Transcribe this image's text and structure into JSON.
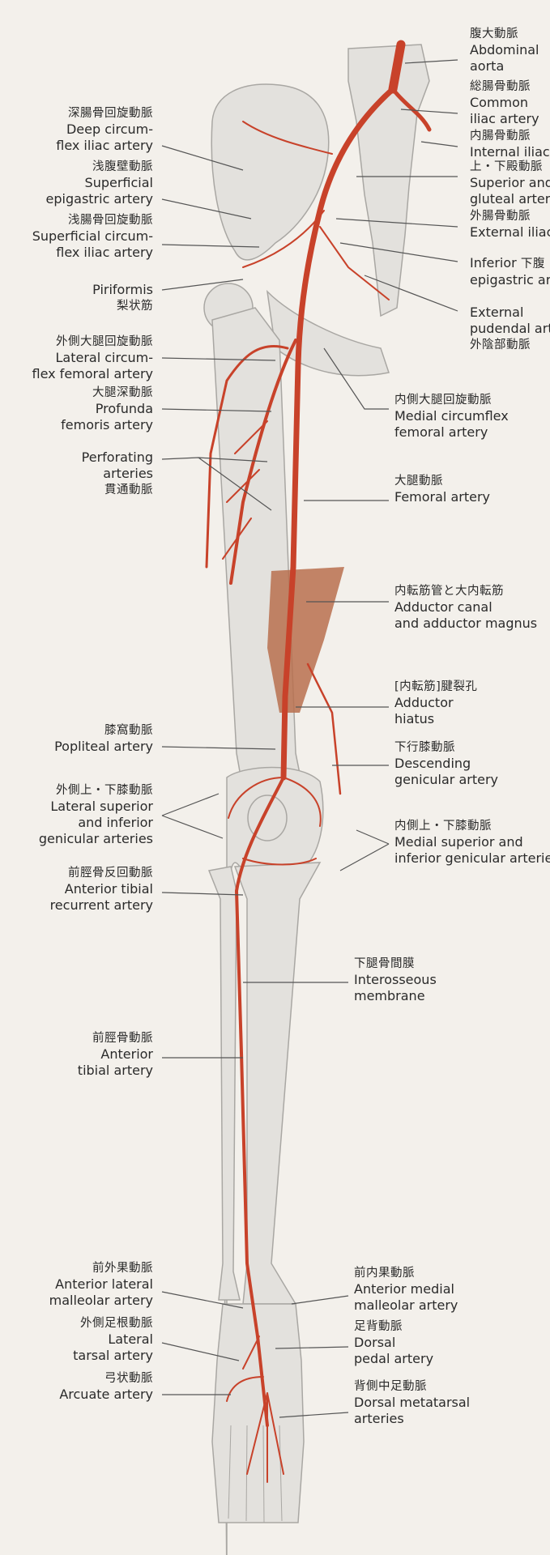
{
  "colors": {
    "background": "#f3f0eb",
    "bone": "#e3e1dd",
    "bone_outline": "#a9a7a3",
    "artery": "#c8422a",
    "muscle": "#b8704f",
    "leader": "#555555"
  },
  "left_labels": [
    {
      "ja": "深腸骨回旋動脈",
      "en": [
        "Deep circum-",
        "flex iliac artery"
      ]
    },
    {
      "ja": "浅腹壁動脈",
      "en": [
        "Superficial",
        "epigastric artery"
      ]
    },
    {
      "ja": "浅腸骨回旋動脈",
      "en": [
        "Superficial circum-",
        "flex iliac artery"
      ]
    },
    {
      "ja": "梨状筋",
      "en": [
        "Piriformis"
      ]
    },
    {
      "ja": "外側大腿回旋動脈",
      "en": [
        "Lateral circum-",
        "flex femoral artery"
      ]
    },
    {
      "ja": "大腿深動脈",
      "en": [
        "Profunda",
        "femoris artery"
      ]
    },
    {
      "ja": "貫通動脈",
      "en": [
        "Perforating",
        "arteries"
      ]
    },
    {
      "ja": "膝窩動脈",
      "en": [
        "Popliteal artery"
      ]
    },
    {
      "ja": "外側上・下膝動脈",
      "en": [
        "Lateral superior",
        "and inferior",
        "genicular arteries"
      ]
    },
    {
      "ja": "前脛骨反回動脈",
      "en": [
        "Anterior tibial",
        "recurrent artery"
      ]
    },
    {
      "ja": "前脛骨動脈",
      "en": [
        "Anterior",
        "tibial artery"
      ]
    },
    {
      "ja": "前外果動脈",
      "en": [
        "Anterior lateral",
        "malleolar artery"
      ]
    },
    {
      "ja": "外側足根動脈",
      "en": [
        "Lateral",
        "tarsal artery"
      ]
    },
    {
      "ja": "弓状動脈",
      "en": [
        "Arcuate artery"
      ]
    }
  ],
  "right_labels": [
    {
      "ja": "腹大動脈",
      "en": [
        "Abdominal",
        "aorta"
      ]
    },
    {
      "ja": "総腸骨動脈",
      "en": [
        "Common",
        "iliac artery"
      ]
    },
    {
      "ja": "内腸骨動脈",
      "en": [
        "Internal iliac"
      ]
    },
    {
      "ja": "上・下殿動脈",
      "en": [
        "Superior and",
        "gluteal arteri"
      ]
    },
    {
      "ja": "外腸骨動脈",
      "en": [
        "External iliac"
      ]
    },
    {
      "ja": "下腹",
      "en": [
        "Inferior",
        "epigastric art"
      ]
    },
    {
      "ja": "外陰部動脈",
      "en": [
        "External",
        "pudendal art"
      ]
    },
    {
      "ja": "内側大腿回旋動脈",
      "en": [
        "Medial circumflex",
        "femoral artery"
      ]
    },
    {
      "ja": "大腿動脈",
      "en": [
        "Femoral artery"
      ]
    },
    {
      "ja": "内転筋管と大内転筋",
      "en": [
        "Adductor canal",
        "and adductor magnus"
      ]
    },
    {
      "ja": "[内転筋]腱裂孔",
      "en": [
        "Adductor",
        "hiatus"
      ]
    },
    {
      "ja": "下行膝動脈",
      "en": [
        "Descending",
        "genicular artery"
      ]
    },
    {
      "ja": "内側上・下膝動脈",
      "en": [
        "Medial superior and",
        "inferior genicular arteries"
      ]
    },
    {
      "ja": "下腿骨間膜",
      "en": [
        "Interosseous",
        "membrane"
      ]
    },
    {
      "ja": "前内果動脈",
      "en": [
        "Anterior medial",
        "malleolar artery"
      ]
    },
    {
      "ja": "足背動脈",
      "en": [
        "Dorsal",
        "pedal artery"
      ]
    },
    {
      "ja": "背側中足動脈",
      "en": [
        "Dorsal metatarsal",
        "arteries"
      ]
    }
  ]
}
